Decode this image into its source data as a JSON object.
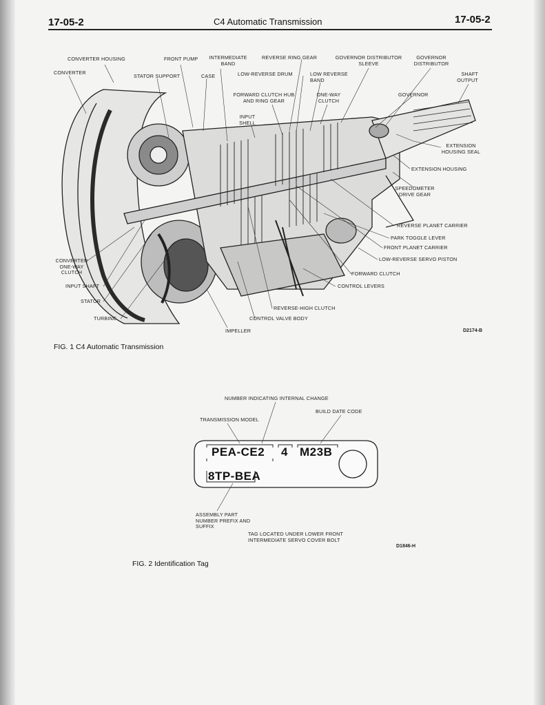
{
  "header": {
    "page_left": "17-05-2",
    "title": "C4 Automatic Transmission",
    "page_right": "17-05-2"
  },
  "fig1": {
    "caption": "FIG. 1 C4 Automatic Transmission",
    "code": "D2174-B",
    "labels": {
      "converter_housing": "CONVERTER HOUSING",
      "front_pump": "FRONT PUMP",
      "intermediate_band": "INTERMEDIATE BAND",
      "reverse_ring_gear": "REVERSE RING GEAR",
      "governor_distributor_sleeve": "GOVERNOR DISTRIBUTOR SLEEVE",
      "governor_distributor": "GOVERNOR DISTRIBUTOR",
      "converter": "CONVERTER",
      "stator_support": "STATOR SUPPORT",
      "case": "CASE",
      "low_reverse_drum": "LOW-REVERSE DRUM",
      "low_reverse_band": "LOW REVERSE BAND",
      "shaft_output": "SHAFT OUTPUT",
      "forward_clutch_hub": "FORWARD CLUTCH HUB AND RING GEAR",
      "one_way_clutch": "ONE-WAY CLUTCH",
      "governor": "GOVERNOR",
      "input_shell": "INPUT SHELL",
      "extension_housing_seal": "EXTENSION HOUSING SEAL",
      "extension_housing": "EXTENSION HOUSING",
      "speedometer_drive_gear": "SPEEDOMETER DRIVE GEAR",
      "reverse_planet_carrier": "REVERSE PLANET CARRIER",
      "park_toggle_lever": "PARK TOGGLE LEVER",
      "front_planet_carrier": "FRONT PLANET CARRIER",
      "low_reverse_servo_piston": "LOW-REVERSE SERVO PISTON",
      "converter_one_way_clutch": "CONVERTER ONE-WAY CLUTCH",
      "forward_clutch": "FORWARD CLUTCH",
      "input_shaft": "INPUT SHAFT",
      "control_levers": "CONTROL LEVERS",
      "stator": "STATOR",
      "reverse_high_clutch": "REVERSE-HIGH CLUTCH",
      "turbine": "TURBINE",
      "control_valve_body": "CONTROL VALVE BODY",
      "impeller": "IMPELLER"
    }
  },
  "fig2": {
    "caption": "FIG. 2 Identification Tag",
    "code": "D1846-H",
    "labels": {
      "internal_change": "NUMBER INDICATING INTERNAL CHANGE",
      "build_date": "BUILD DATE CODE",
      "model": "TRANSMISSION MODEL",
      "assembly": "ASSEMBLY PART NUMBER PREFIX AND SUFFIX",
      "tag_location": "TAG LOCATED UNDER LOWER FRONT INTERMEDIATE SERVO COVER BOLT"
    },
    "tag": {
      "model": "PEA-CE2",
      "change": "4",
      "date": "M23B",
      "assembly": "8TP-BEA"
    }
  }
}
